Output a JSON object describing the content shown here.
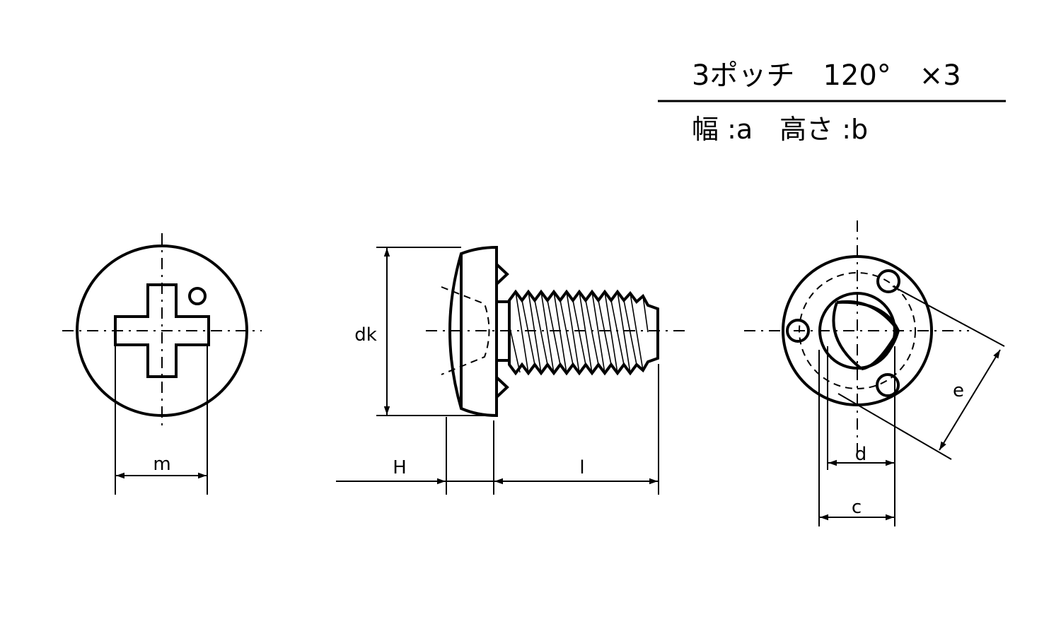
{
  "header": {
    "line1": "3ポッチ　120°　×3",
    "line2": "幅 :a　高さ :b"
  },
  "dimensions": {
    "m": "m",
    "dk": "dk",
    "H": "H",
    "l": "l",
    "d": "d",
    "c": "c",
    "e": "e"
  }
}
